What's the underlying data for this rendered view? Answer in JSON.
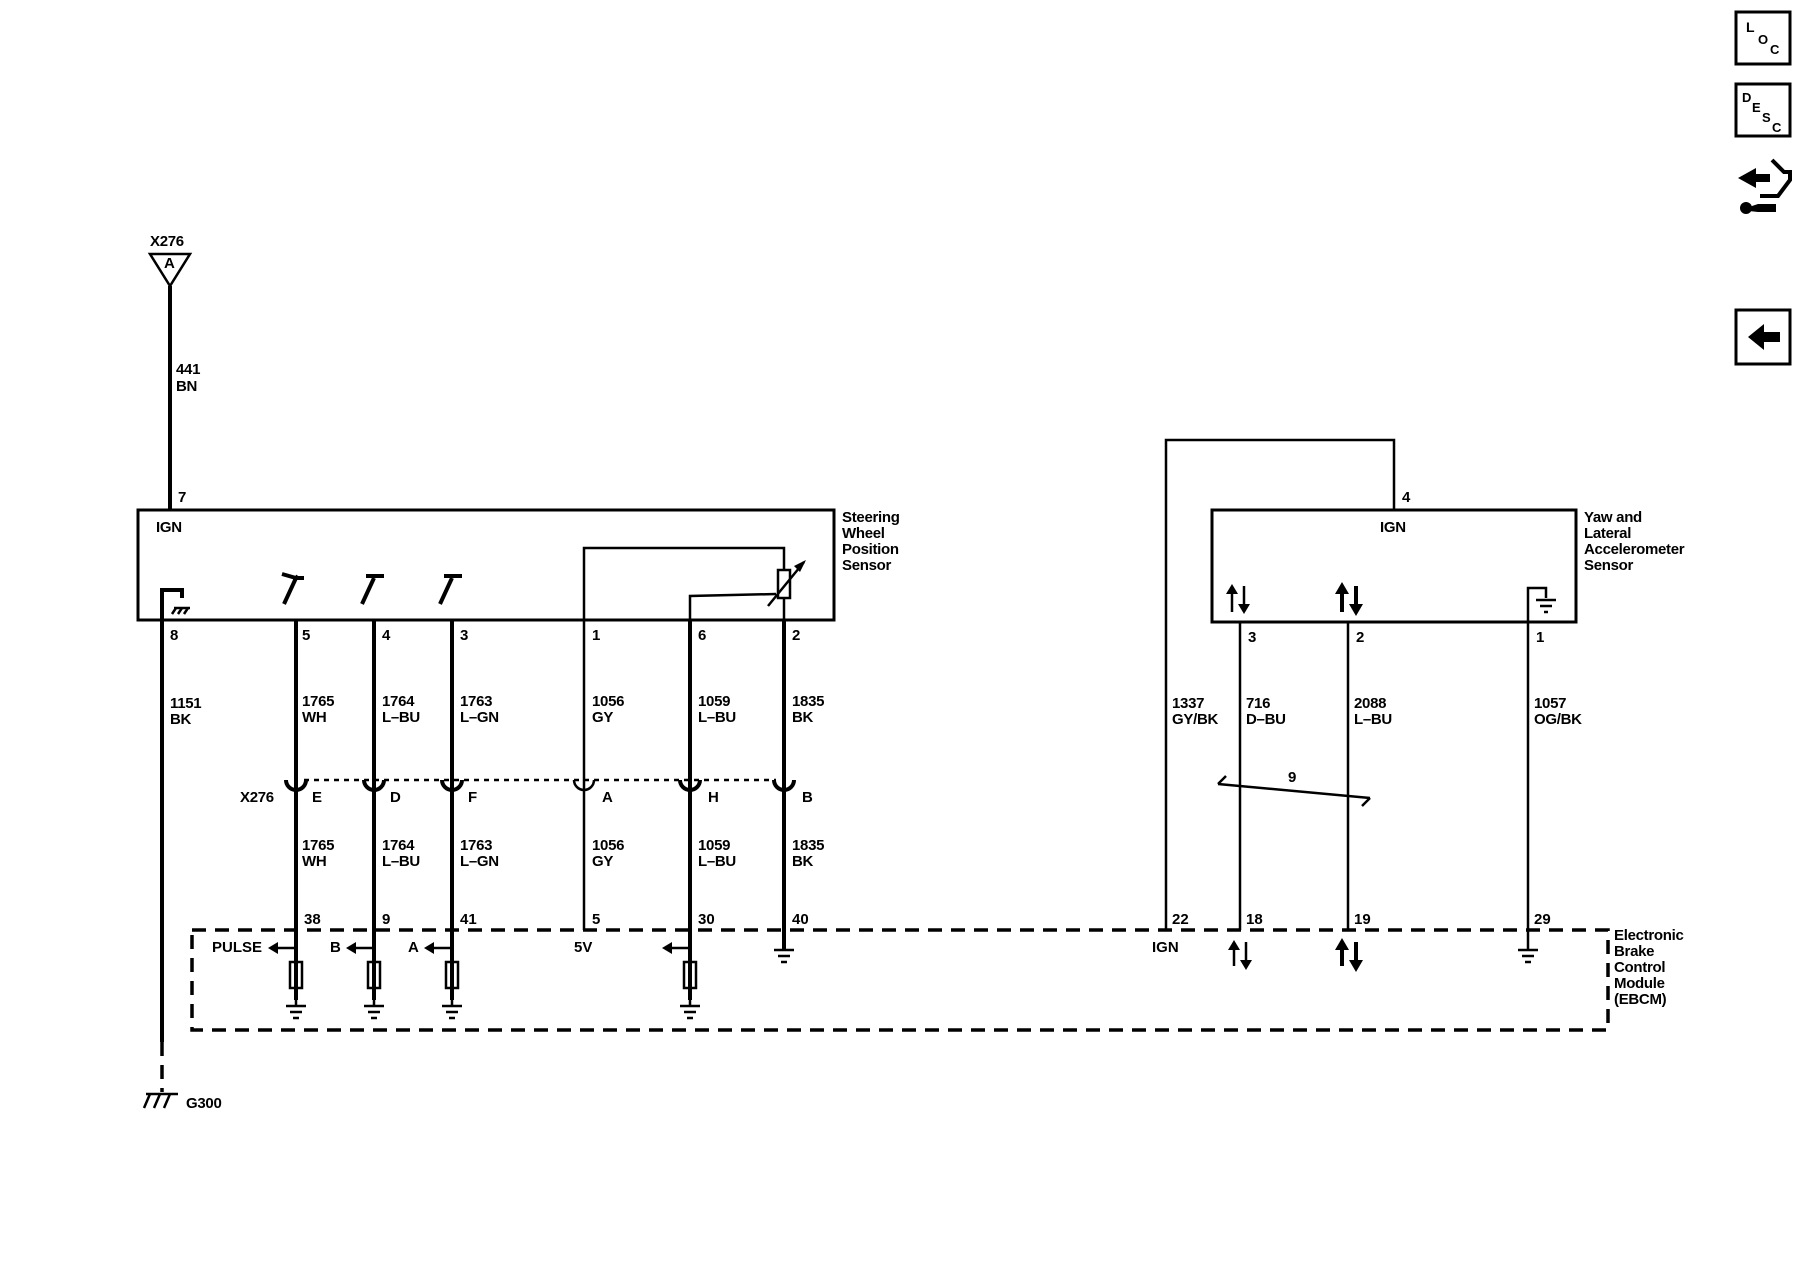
{
  "top_connector": {
    "name": "X276",
    "letter": "A"
  },
  "power_wire": {
    "circuit": "441",
    "color": "BN",
    "pin": "7"
  },
  "swps": {
    "title_lines": [
      "Steering",
      "Wheel",
      "Position",
      "Sensor"
    ],
    "ign_label": "IGN",
    "pins": [
      "8",
      "5",
      "4",
      "3",
      "1",
      "6",
      "2"
    ]
  },
  "yaw": {
    "title_lines": [
      "Yaw and",
      "Lateral",
      "Accelerometer",
      "Sensor"
    ],
    "ign_label": "IGN",
    "top_pin": "4",
    "pins": [
      "3",
      "2",
      "1"
    ]
  },
  "wires_upper": [
    {
      "circuit": "1151",
      "color": "BK"
    },
    {
      "circuit": "1765",
      "color": "WH"
    },
    {
      "circuit": "1764",
      "color": "L–BU"
    },
    {
      "circuit": "1763",
      "color": "L–GN"
    },
    {
      "circuit": "1056",
      "color": "GY"
    },
    {
      "circuit": "1059",
      "color": "L–BU"
    },
    {
      "circuit": "1835",
      "color": "BK"
    }
  ],
  "inline_connector": {
    "name": "X276",
    "pins": [
      "E",
      "D",
      "F",
      "A",
      "H",
      "B"
    ]
  },
  "wires_lower": [
    {
      "circuit": "1765",
      "color": "WH"
    },
    {
      "circuit": "1764",
      "color": "L–BU"
    },
    {
      "circuit": "1763",
      "color": "L–GN"
    },
    {
      "circuit": "1056",
      "color": "GY"
    },
    {
      "circuit": "1059",
      "color": "L–BU"
    },
    {
      "circuit": "1835",
      "color": "BK"
    }
  ],
  "yaw_wires": [
    {
      "circuit": "1337",
      "color": "GY/BK"
    },
    {
      "circuit": "716",
      "color": "D–BU"
    },
    {
      "circuit": "2088",
      "color": "L–BU"
    },
    {
      "circuit": "1057",
      "color": "OG/BK"
    }
  ],
  "twisted_pair_label": "9",
  "ebcm": {
    "title_lines": [
      "Electronic",
      "Brake",
      "Control",
      "Module",
      "(EBCM)"
    ],
    "pins": [
      "38",
      "9",
      "41",
      "5",
      "30",
      "40",
      "22",
      "18",
      "19",
      "29"
    ],
    "signals": {
      "pulse": "PULSE",
      "b": "B",
      "a": "A",
      "v5": "5V",
      "ign": "IGN"
    }
  },
  "ground": {
    "name": "G300"
  },
  "nav": {
    "loc": {
      "big": "L",
      "sub1": "O",
      "sub2": "C"
    },
    "desc": {
      "big": "D",
      "sub1": "E",
      "sub2": "S",
      "sub3": "C"
    }
  }
}
